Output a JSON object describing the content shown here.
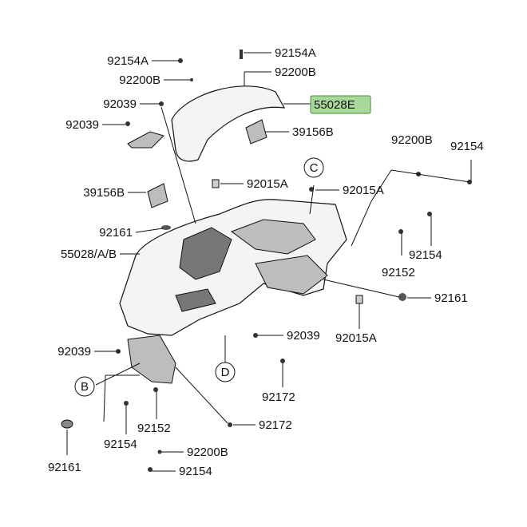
{
  "labels": {
    "l1": "92154A",
    "l2": "92154A",
    "l3": "92200B",
    "l4": "92200B",
    "l5": "92039",
    "l6": "55028E",
    "l7": "92039",
    "l8": "39156B",
    "l9": "92200B",
    "l10": "92154",
    "l11": "39156B",
    "l12": "92015A",
    "l13": "92015A",
    "l14": "92161",
    "l15": "55028/A/B",
    "l16": "92154",
    "l17": "92152",
    "l18": "92161",
    "l19": "92039",
    "l20": "92015A",
    "l21": "92039",
    "l22": "92172",
    "l23": "92172",
    "l24": "92152",
    "l25": "92154",
    "l26": "92161",
    "l27": "92200B",
    "l28": "92154"
  },
  "callouts": {
    "c": "C",
    "d": "D",
    "b": "B"
  },
  "colors": {
    "highlight": "#a9d99a",
    "ink": "#111111"
  }
}
